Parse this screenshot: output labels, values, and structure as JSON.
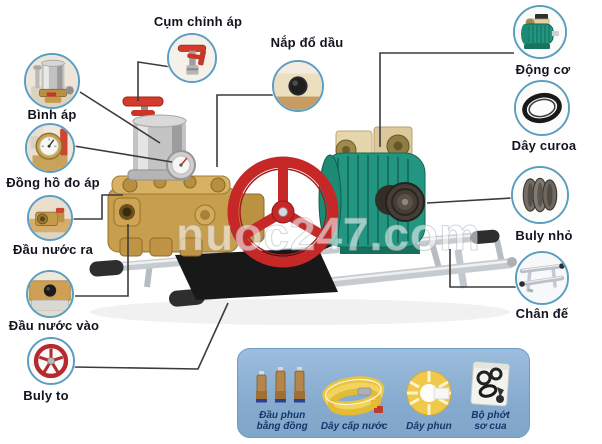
{
  "callouts": {
    "binh_ap": {
      "label": "Bình áp"
    },
    "cum_chinh_ap": {
      "label": "Cụm chỉnh áp"
    },
    "nap_do_dau": {
      "label": "Nắp đổ dầu"
    },
    "dong_co": {
      "label": "Động cơ"
    },
    "day_curoa": {
      "label": "Dây curoa"
    },
    "dong_ho_do_ap": {
      "label": "Đồng hồ đo áp"
    },
    "dau_nuoc_ra": {
      "label": "Đầu nước ra"
    },
    "buly_nho": {
      "label": "Buly nhỏ"
    },
    "dau_nuoc_vao": {
      "label": "Đầu nước vào"
    },
    "chan_de": {
      "label": "Chân đế"
    },
    "buly_to": {
      "label": "Buly to"
    }
  },
  "accessories": {
    "items": [
      {
        "label": "Đầu phun bằng đồng"
      },
      {
        "label": "Dây cấp nước"
      },
      {
        "label": "Dây phun"
      },
      {
        "label": "Bộ phớt sơ cua"
      }
    ]
  },
  "watermark": {
    "text": "nuoc247.com"
  },
  "colors": {
    "callout_border": "#5b9ec4",
    "label_text": "#14141e",
    "panel_background": "#86abce",
    "panel_label_text": "#17356b",
    "flywheel_red": "#c62828",
    "motor_green": "#229680",
    "pump_brass": "#c79d4e",
    "belt_black": "#1c1c1c",
    "frame_silver": "#c6cbd0"
  }
}
